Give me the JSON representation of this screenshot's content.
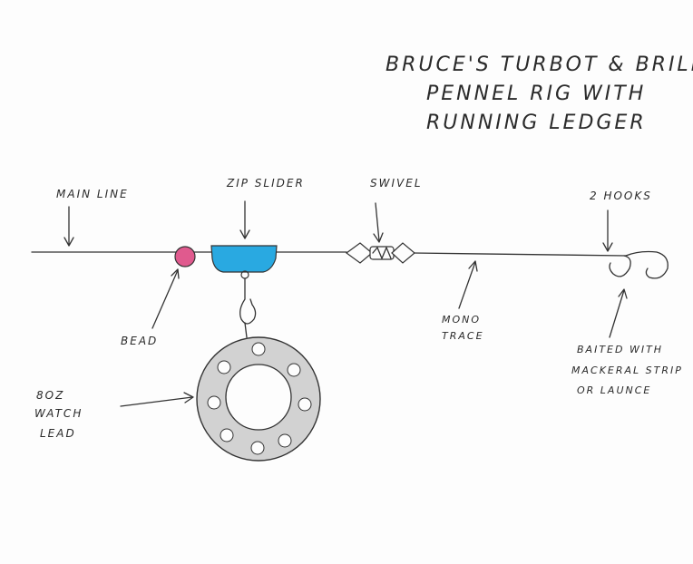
{
  "title": {
    "line1": "BRUCE'S TURBOT & BRILL",
    "line2": "PENNEL RIG WITH",
    "line3": "RUNNING LEDGER"
  },
  "labels": {
    "main_line": "MAIN LINE",
    "zip_slider": "ZIP SLIDER",
    "swivel": "SWIVEL",
    "two_hooks": "2 HOOKS",
    "bead": "BEAD",
    "mono_trace_1": "MONO",
    "mono_trace_2": "TRACE",
    "bait_1": "BAITED WITH",
    "bait_2": "MACKERAL STRIP",
    "bait_3": "OR LAUNCE",
    "lead_1": "8OZ",
    "lead_2": "WATCH",
    "lead_3": "LEAD"
  },
  "colors": {
    "bead": "#e05a8e",
    "zip_slider": "#29a9e1",
    "lead": "#cfcfcf",
    "ink": "#333333"
  }
}
